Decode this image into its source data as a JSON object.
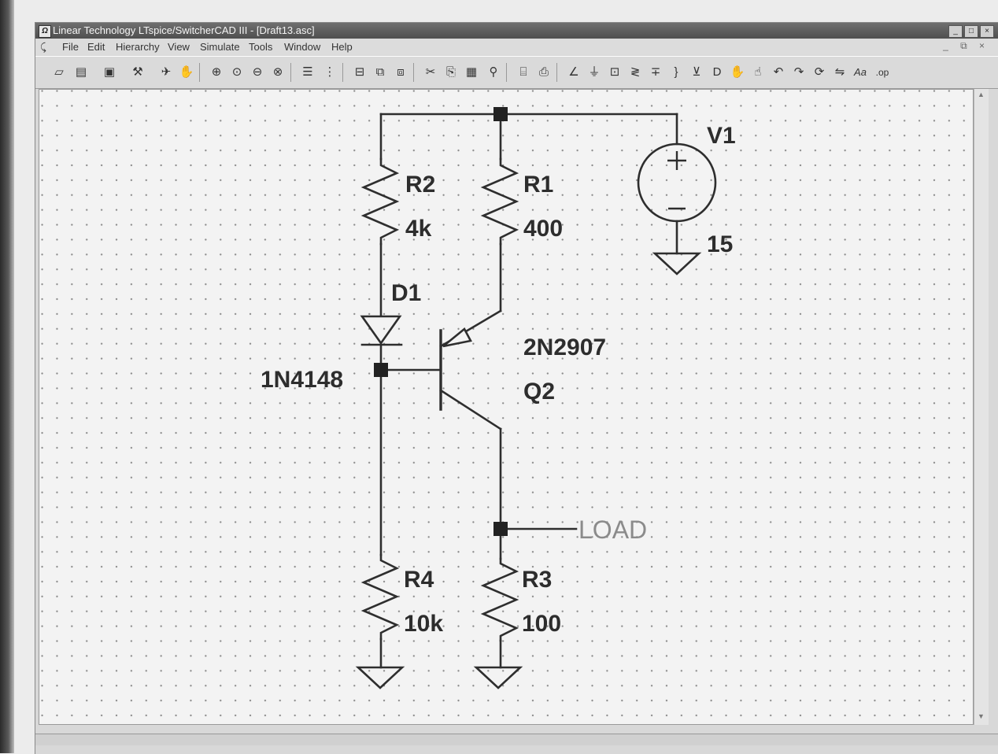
{
  "window": {
    "title": "Linear Technology LTspice/SwitcherCAD III - [Draft13.asc]",
    "controls": [
      "_",
      "□",
      "×"
    ]
  },
  "menubar": {
    "items": [
      "File",
      "Edit",
      "Hierarchy",
      "View",
      "Simulate",
      "Tools",
      "Window",
      "Help"
    ],
    "mdi_controls": "_ ⧉ ×"
  },
  "toolbar": {
    "icons": [
      "new-schematic-icon",
      "open-icon",
      "save-icon",
      "control-panel-icon",
      "run-icon",
      "halt-icon",
      "zoom-in-icon",
      "pan-icon",
      "zoom-out-icon",
      "zoom-fit-icon",
      "autoscale-icon",
      "tile-icon",
      "cascade-icon",
      "close-windows-icon",
      "cut-icon",
      "copy-icon",
      "paste-icon",
      "find-icon",
      "print-setup-icon",
      "print-icon",
      "wire-icon",
      "ground-icon",
      "label-net-icon",
      "resistor-icon",
      "capacitor-icon",
      "inductor-icon",
      "diode-icon",
      "component-icon",
      "move-icon",
      "drag-icon",
      "undo-icon",
      "redo-icon",
      "rotate-icon",
      "mirror-icon",
      "text-icon",
      "spice-directive-icon"
    ],
    "text_icon_label": "Aa",
    "directive_icon_label": ".op"
  },
  "schematic": {
    "components": {
      "R1": {
        "name": "R1",
        "value": "400"
      },
      "R2": {
        "name": "R2",
        "value": "4k"
      },
      "R3": {
        "name": "R3",
        "value": "100"
      },
      "R4": {
        "name": "R4",
        "value": "10k"
      },
      "D1": {
        "name": "D1",
        "value": "1N4148"
      },
      "Q2": {
        "name": "Q2",
        "value": "2N2907"
      },
      "V1": {
        "name": "V1",
        "value": "15"
      }
    },
    "net_labels": {
      "load": "LOAD"
    }
  }
}
